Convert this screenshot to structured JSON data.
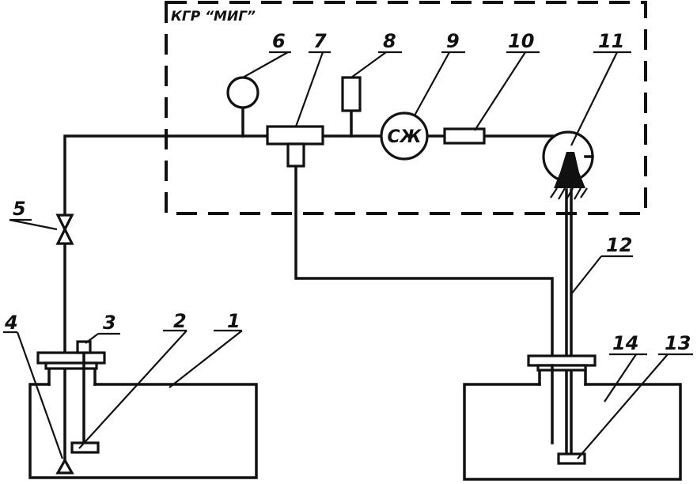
{
  "scheme": {
    "frame_title": "КГР “МИГ”",
    "meter_symbol": "СЖ",
    "callouts": [
      {
        "id": "tank-left",
        "label": "1"
      },
      {
        "id": "intake-left",
        "label": "2"
      },
      {
        "id": "valve-top",
        "label": "3"
      },
      {
        "id": "check-valve",
        "label": "4"
      },
      {
        "id": "stop-valve",
        "label": "5"
      },
      {
        "id": "pressure-gauge",
        "label": "6"
      },
      {
        "id": "tee-fitting",
        "label": "7"
      },
      {
        "id": "sensor",
        "label": "8"
      },
      {
        "id": "flow-meter",
        "label": "9"
      },
      {
        "id": "filter",
        "label": "10"
      },
      {
        "id": "dispenser-reel",
        "label": "11"
      },
      {
        "id": "hose",
        "label": "12"
      },
      {
        "id": "outlet-right",
        "label": "13"
      },
      {
        "id": "tank-right",
        "label": "14"
      }
    ]
  }
}
